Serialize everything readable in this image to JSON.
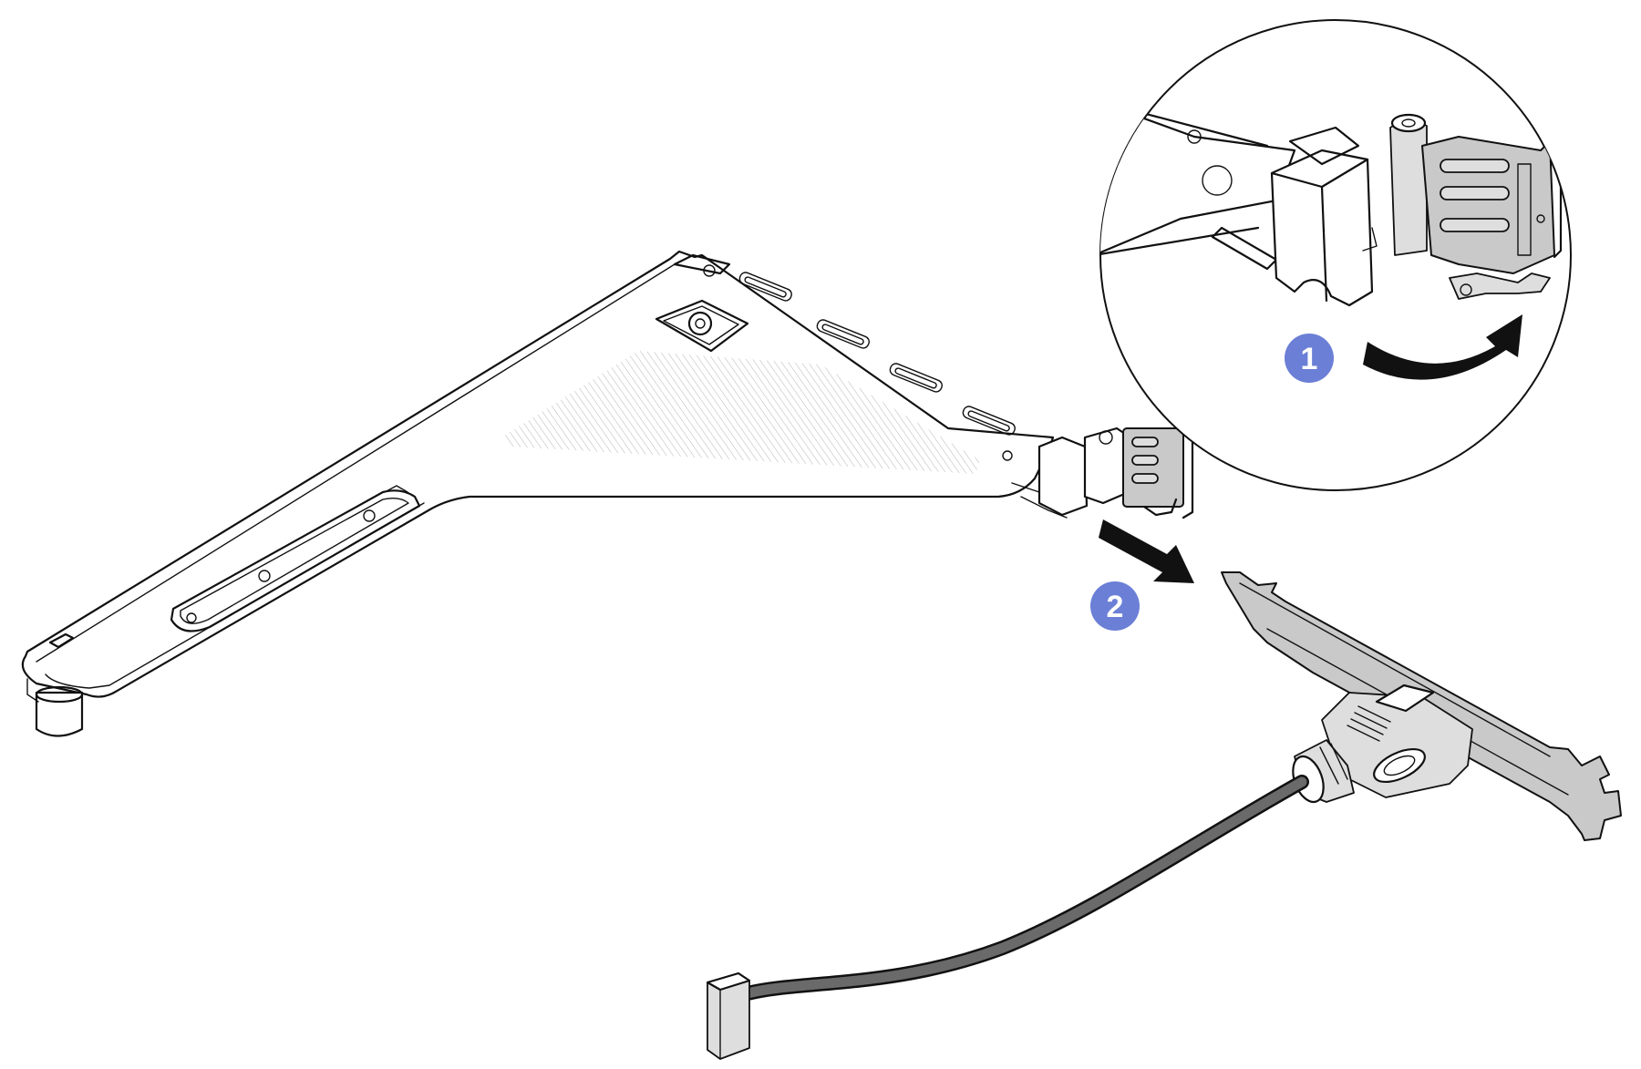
{
  "steps": [
    {
      "number": "1",
      "action": "rotate-latch-open"
    },
    {
      "number": "2",
      "action": "slide-bracket-out"
    }
  ],
  "icons": {
    "riser_bracket": "riser-cage-icon",
    "io_bracket": "serial-port-bracket-icon",
    "cable": "serial-cable-icon",
    "magnifier": "detail-callout-icon"
  },
  "colors": {
    "callout_badge": "#6b7fd6",
    "arrow": "#111111",
    "bracket_metal": "#c9c9c9",
    "cable": "#6a6a6a",
    "background": "#ffffff"
  }
}
